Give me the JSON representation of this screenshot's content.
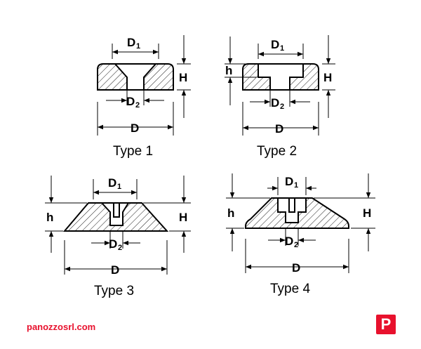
{
  "labels": {
    "d1_main": "D",
    "d1_sub": "1",
    "d2_main": "D",
    "d2_sub": "2",
    "d": "D",
    "h_big": "H",
    "h_small": "h"
  },
  "types": [
    {
      "caption": "Type 1"
    },
    {
      "caption": "Type 2"
    },
    {
      "caption": "Type 3"
    },
    {
      "caption": "Type 4"
    }
  ],
  "footer": {
    "website": "panozzosrl.com",
    "logo_letter": "P"
  },
  "colors": {
    "brand_red": "#e8112d",
    "line": "#000000"
  }
}
